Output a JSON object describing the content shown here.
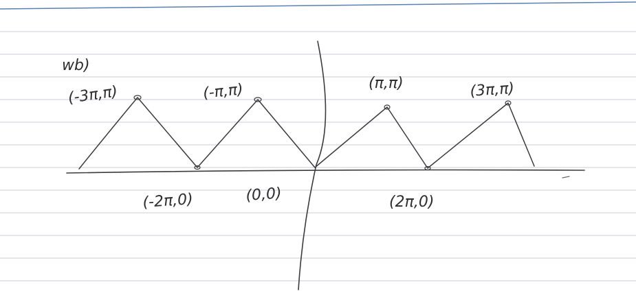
{
  "diagram": {
    "part_label": "wb)",
    "peaks": [
      {
        "label": "(-3π,π)"
      },
      {
        "label": "(-π,π)"
      },
      {
        "label": "(π,π)"
      },
      {
        "label": "(3π,π)"
      }
    ],
    "zeros": [
      {
        "label": "(-2π,0)"
      },
      {
        "label": "(0,0)"
      },
      {
        "label": "(2π,0)"
      }
    ]
  },
  "colors": {
    "paper": "#ffffff",
    "ruled_line": "#c8cdd6",
    "top_border": "#5b7fb0",
    "ink": "#3b3b3b"
  }
}
